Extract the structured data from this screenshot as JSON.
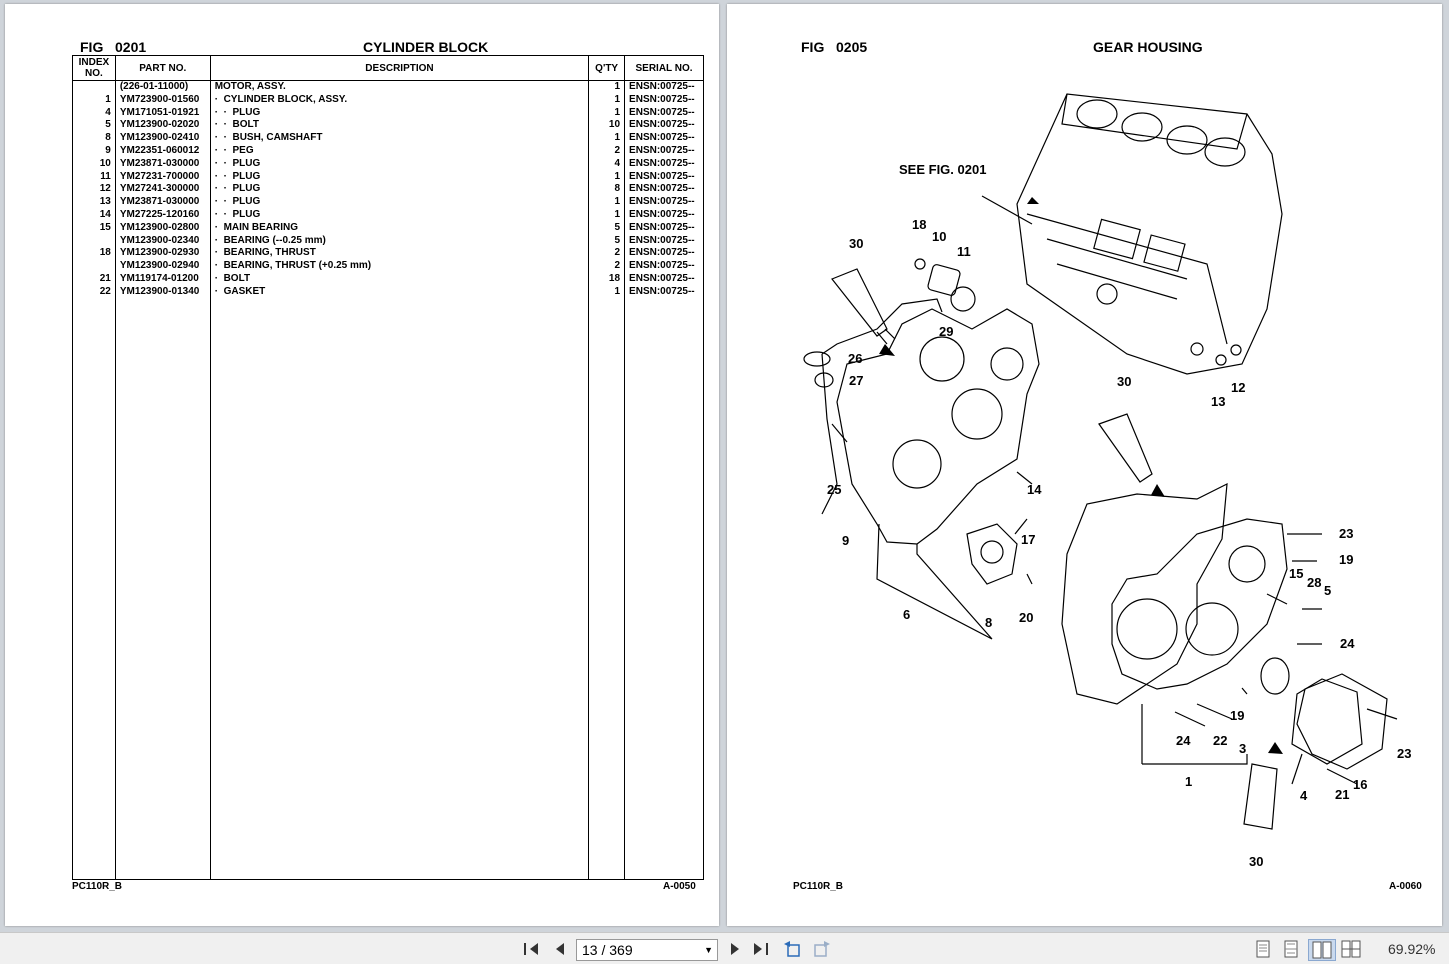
{
  "left_page": {
    "fig_label": "FIG",
    "fig_number": "0201",
    "title": "CYLINDER BLOCK",
    "columns": [
      "INDEX NO.",
      "PART NO.",
      "DESCRIPTION",
      "Q'TY",
      "SERIAL NO."
    ],
    "rows": [
      {
        "idx": "",
        "part": "(226-01-11000)",
        "desc": "MOTOR, ASSY.",
        "qty": "1",
        "serial": "ENSN:00725--"
      },
      {
        "idx": "1",
        "part": "YM723900-01560",
        "desc": "·  CYLINDER BLOCK, ASSY.",
        "qty": "1",
        "serial": "ENSN:00725--"
      },
      {
        "idx": "4",
        "part": "YM171051-01921",
        "desc": "·  ·  PLUG",
        "qty": "1",
        "serial": "ENSN:00725--"
      },
      {
        "idx": "5",
        "part": "YM123900-02020",
        "desc": "·  ·  BOLT",
        "qty": "10",
        "serial": "ENSN:00725--"
      },
      {
        "idx": "8",
        "part": "YM123900-02410",
        "desc": "·  ·  BUSH, CAMSHAFT",
        "qty": "1",
        "serial": "ENSN:00725--"
      },
      {
        "idx": "9",
        "part": "YM22351-060012",
        "desc": "·  ·  PEG",
        "qty": "2",
        "serial": "ENSN:00725--"
      },
      {
        "idx": "10",
        "part": "YM23871-030000",
        "desc": "·  ·  PLUG",
        "qty": "4",
        "serial": "ENSN:00725--"
      },
      {
        "idx": "11",
        "part": "YM27231-700000",
        "desc": "·  ·  PLUG",
        "qty": "1",
        "serial": "ENSN:00725--"
      },
      {
        "idx": "12",
        "part": "YM27241-300000",
        "desc": "·  ·  PLUG",
        "qty": "8",
        "serial": "ENSN:00725--"
      },
      {
        "idx": "13",
        "part": "YM23871-030000",
        "desc": "·  ·  PLUG",
        "qty": "1",
        "serial": "ENSN:00725--"
      },
      {
        "idx": "14",
        "part": "YM27225-120160",
        "desc": "·  ·  PLUG",
        "qty": "1",
        "serial": "ENSN:00725--"
      },
      {
        "idx": "15",
        "part": "YM123900-02800",
        "desc": "·  MAIN BEARING",
        "qty": "5",
        "serial": "ENSN:00725--"
      },
      {
        "idx": "",
        "part": "YM123900-02340",
        "desc": "·  BEARING (--0.25 mm)",
        "qty": "5",
        "serial": "ENSN:00725--"
      },
      {
        "idx": "18",
        "part": "YM123900-02930",
        "desc": "·  BEARING, THRUST",
        "qty": "2",
        "serial": "ENSN:00725--"
      },
      {
        "idx": "",
        "part": "YM123900-02940",
        "desc": "·  BEARING, THRUST (+0.25 mm)",
        "qty": "2",
        "serial": "ENSN:00725--"
      },
      {
        "idx": "21",
        "part": "YM119174-01200",
        "desc": "·  BOLT",
        "qty": "18",
        "serial": "ENSN:00725--"
      },
      {
        "idx": "22",
        "part": "YM123900-01340",
        "desc": "·  GASKET",
        "qty": "1",
        "serial": "ENSN:00725--"
      }
    ],
    "footer_left": "PC110R_B",
    "footer_right": "A-0050"
  },
  "right_page": {
    "fig_label": "FIG",
    "fig_number": "0205",
    "title": "GEAR HOUSING",
    "see_ref": "SEE FIG. 0201",
    "callouts": [
      "30",
      "18",
      "10",
      "11",
      "29",
      "26",
      "27",
      "25",
      "9",
      "14",
      "17",
      "6",
      "8",
      "20",
      "30",
      "13",
      "12",
      "23",
      "19",
      "15",
      "28",
      "5",
      "24",
      "19",
      "24",
      "22",
      "3",
      "1",
      "4",
      "21",
      "16",
      "23",
      "30"
    ],
    "footer_left": "PC110R_B",
    "footer_right": "A-0060"
  },
  "toolbar": {
    "first_page": "first-page-icon",
    "prev_page": "prev-page-icon",
    "page_indicator": "13 / 369",
    "next_page": "next-page-icon",
    "last_page": "last-page-icon",
    "zoom": "69.92%"
  }
}
